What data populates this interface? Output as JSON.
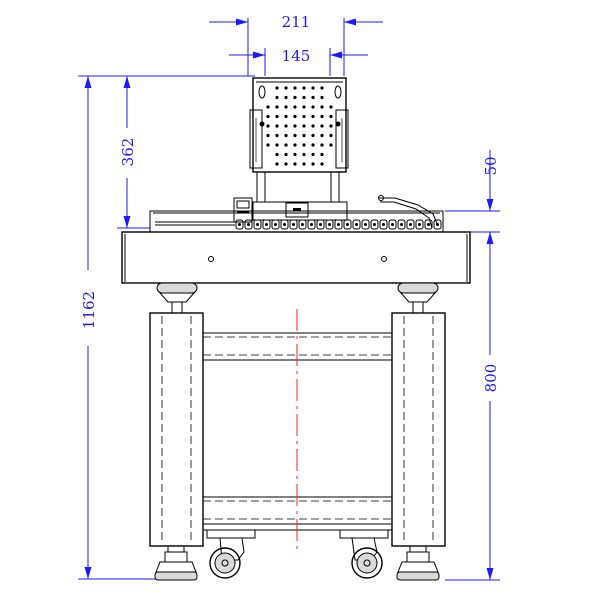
{
  "dimensions": {
    "top_width_outer": "211",
    "top_width_inner": "145",
    "head_height": "362",
    "rail_offset": "50",
    "overall_height": "1162",
    "stand_height": "800"
  },
  "colors": {
    "dimension": "#1a1aff",
    "centerline": "#ff2020",
    "outline": "#000000"
  }
}
